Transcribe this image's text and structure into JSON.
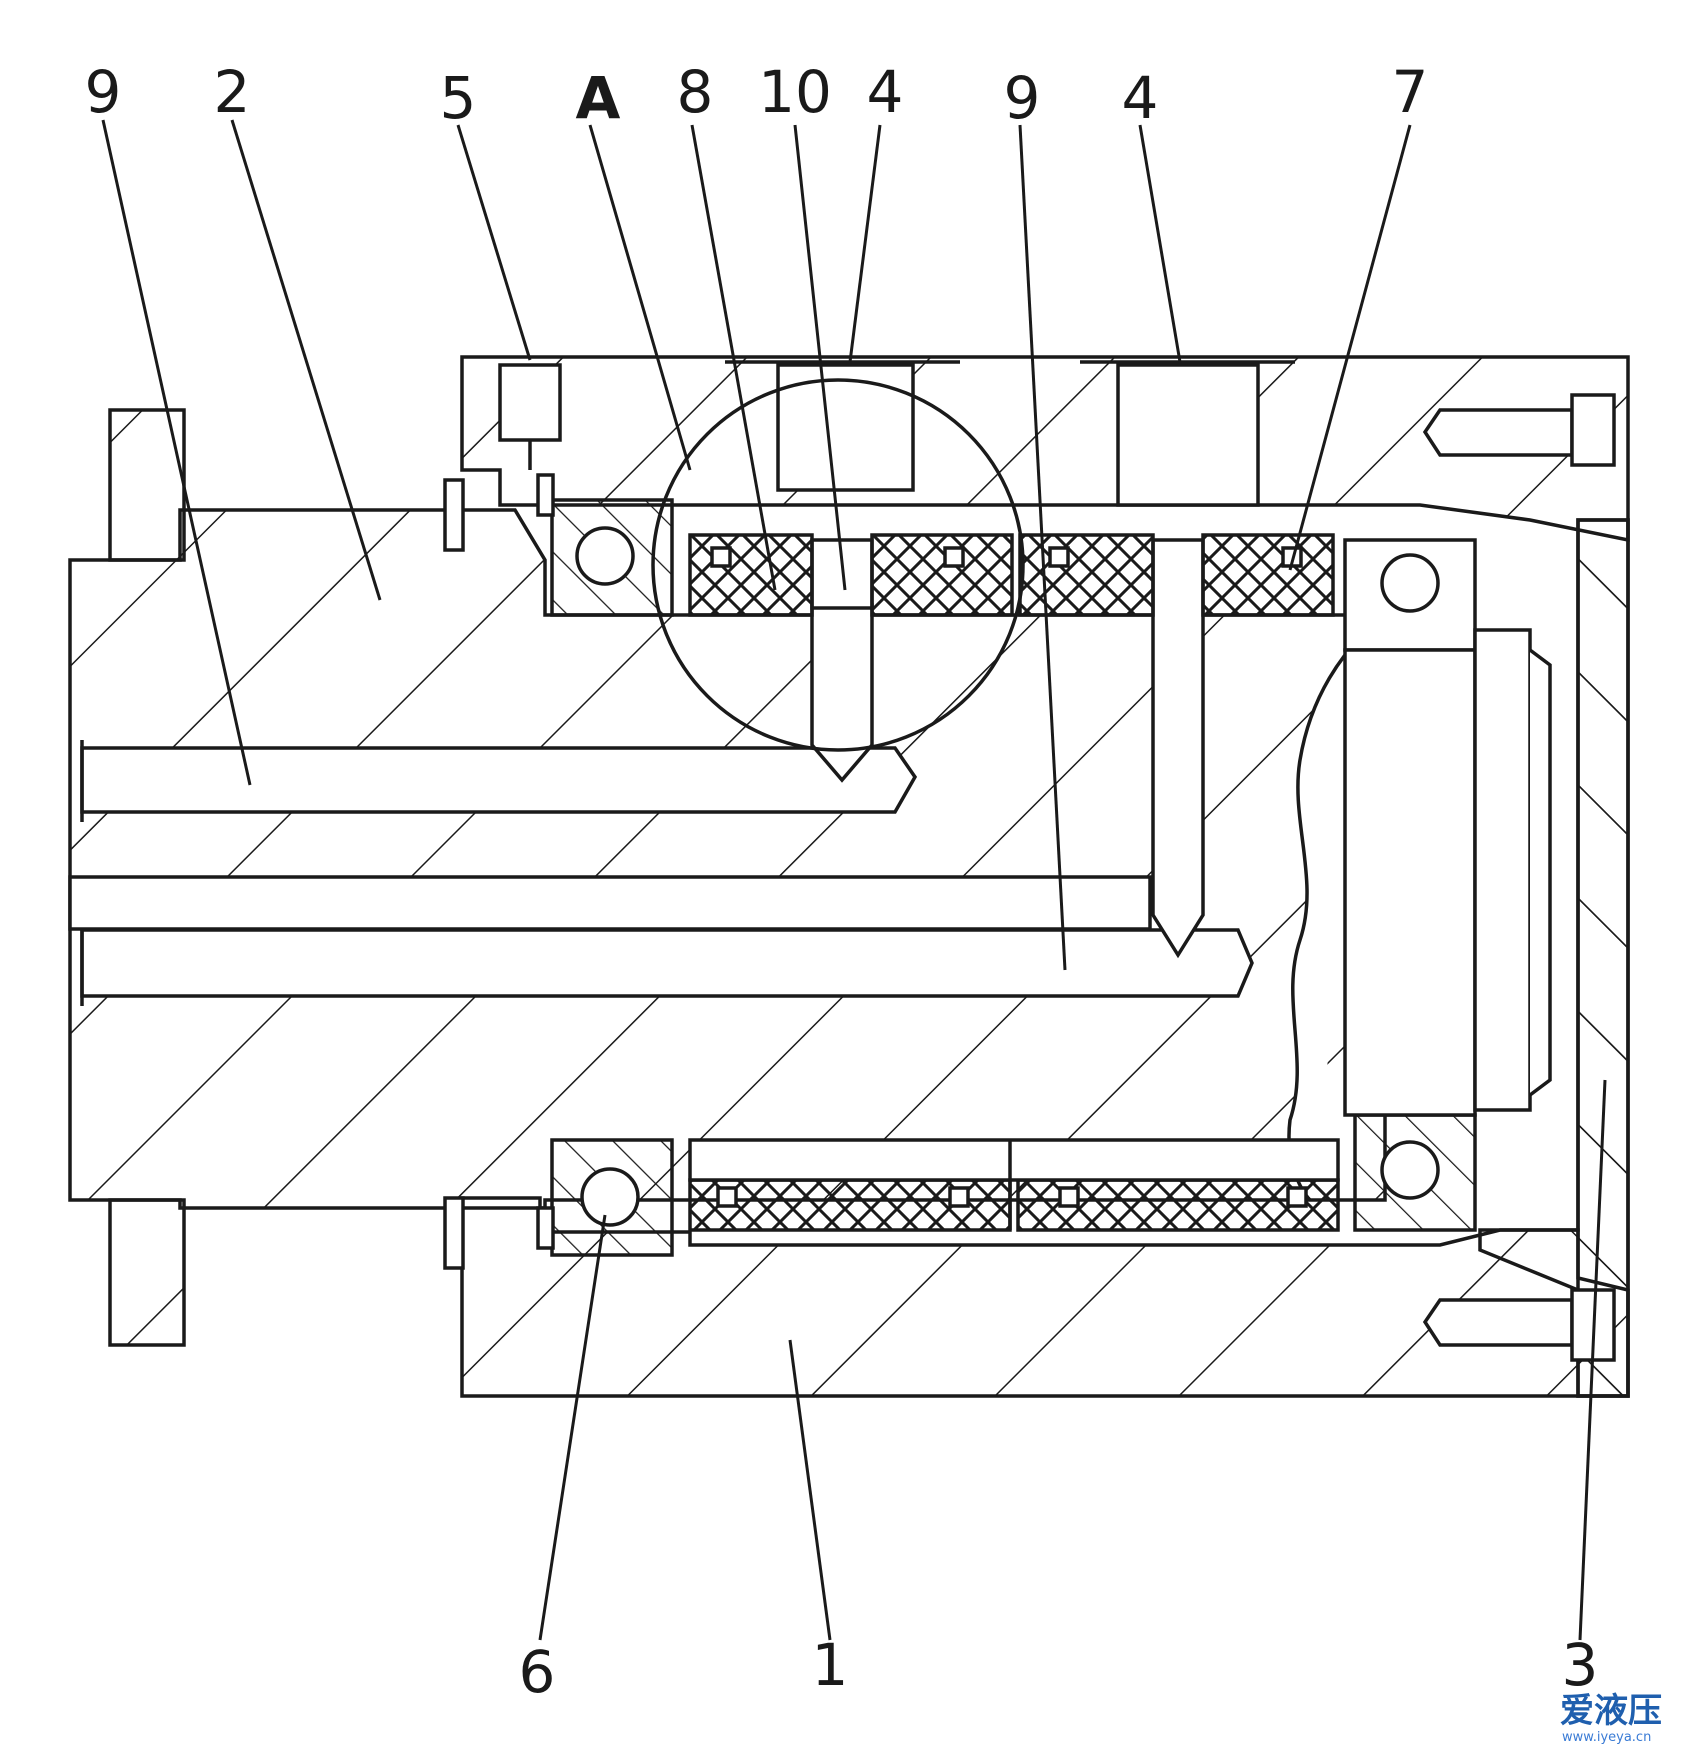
{
  "callouts": {
    "top": [
      "9",
      "2",
      "5",
      "A",
      "8",
      "10",
      "4",
      "9",
      "4",
      "7"
    ],
    "bottom": [
      "6",
      "1",
      "3"
    ]
  },
  "watermark": {
    "text": "爱液压",
    "url": "www.iyeya.cn"
  },
  "colors": {
    "line": "#1a1a1a",
    "background": "#ffffff",
    "watermark_primary": "#1f5fae"
  }
}
